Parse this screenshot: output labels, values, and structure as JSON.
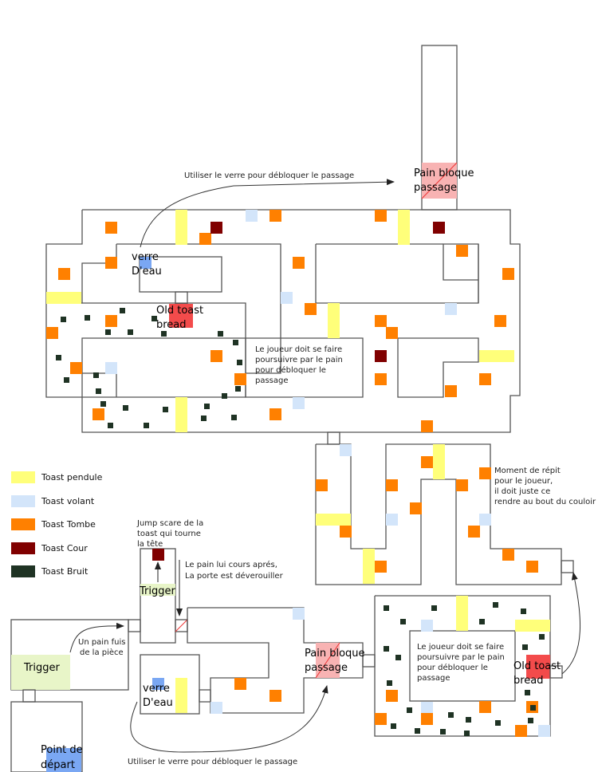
{
  "colors": {
    "toast_pendule": "#ffff7a",
    "toast_volant": "#d3e5fa",
    "toast_tombe": "#ff8000",
    "toast_cour": "#800000",
    "toast_bruit": "#1f3324",
    "pain_bloque": "#f8b3b3",
    "old_toast": "#f34b4b",
    "verre": "#7aa7f3",
    "trigger": "#e8f5c8",
    "depart": "#7aa7f3",
    "wall": "#555555"
  },
  "legend": [
    {
      "key": "toast_pendule",
      "label": "Toast pendule"
    },
    {
      "key": "toast_volant",
      "label": "Toast volant"
    },
    {
      "key": "toast_tombe",
      "label": "Toast Tombe"
    },
    {
      "key": "toast_cour",
      "label": "Toast Cour"
    },
    {
      "key": "toast_bruit",
      "label": "Toast Bruit"
    }
  ],
  "labels": {
    "utiliser_top": "Utiliser le verre pour débloquer le passage",
    "utiliser_bottom": "Utiliser le verre pour débloquer le passage",
    "pain_bloque_top_1": "Pain bloque",
    "pain_bloque_top_2": "passage",
    "pain_bloque_bottom_1": "Pain bloque",
    "pain_bloque_bottom_2": "passage",
    "verre_top_1": "verre",
    "verre_top_2": "D'eau",
    "verre_bottom_1": "verre",
    "verre_bottom_2": "D'eau",
    "old_toast_top_1": "Old toast",
    "old_toast_top_2": "bread",
    "old_toast_bottom_1": "Old toast",
    "old_toast_bottom_2": "bread",
    "poursuite_top": [
      "Le joueur doit se faire",
      "poursuivre par le pain",
      " pour débloquer le",
      "passage"
    ],
    "poursuite_bottom": [
      "Le joueur doit se faire",
      "poursuivre par le pain",
      " pour débloquer le",
      "passage"
    ],
    "repit": [
      "Moment de répit",
      " pour le joueur,",
      " il doit juste ce",
      "rendre au bout du couloir"
    ],
    "jump_scare": [
      "Jump scare de la",
      "toast qui tourne",
      "la tête"
    ],
    "pain_court": [
      "Le pain lui cours aprés,",
      "La porte est déverouiller"
    ],
    "pain_fuis": [
      "Un pain fuis",
      "de la pièce"
    ],
    "trigger_1": "Trigger",
    "trigger_2": "Trigger",
    "depart_1": "Point de",
    "depart_2": "départ"
  }
}
